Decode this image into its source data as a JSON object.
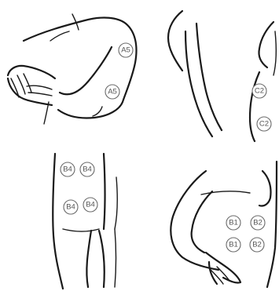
{
  "panels": [
    {
      "id": "upper-arm",
      "markers": [
        {
          "label": "A5"
        },
        {
          "label": "A5"
        }
      ]
    },
    {
      "id": "back",
      "markers": [
        {
          "label": "C2"
        },
        {
          "label": "C2"
        }
      ]
    },
    {
      "id": "thigh",
      "markers": [
        {
          "label": "B4"
        },
        {
          "label": "B4"
        },
        {
          "label": "B4"
        },
        {
          "label": "B4"
        }
      ]
    },
    {
      "id": "abdomen",
      "markers": [
        {
          "label": "B1"
        },
        {
          "label": "B2"
        },
        {
          "label": "B1"
        },
        {
          "label": "B2"
        }
      ]
    }
  ],
  "colors": {
    "line": "#1a1a1a",
    "marker_outline": "#6a6a6a",
    "marker_text": "#555555"
  }
}
